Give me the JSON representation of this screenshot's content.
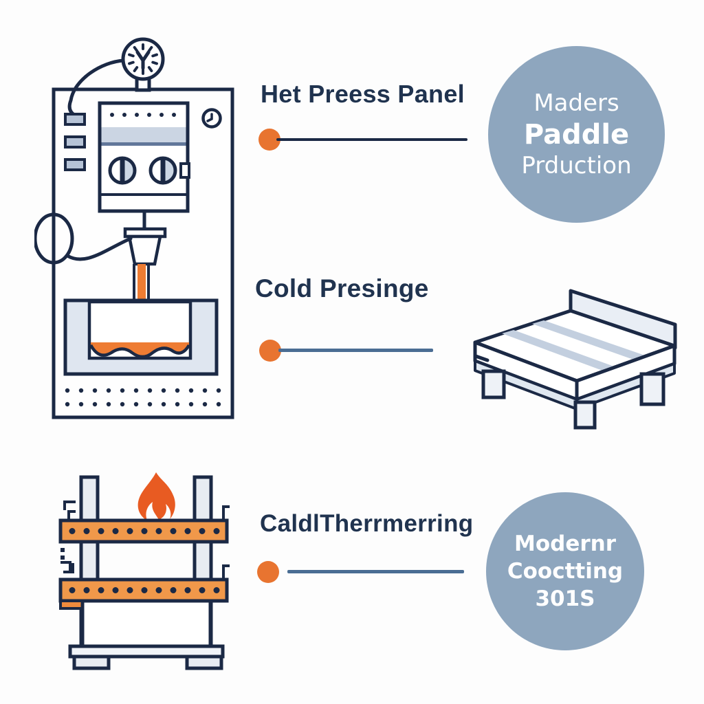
{
  "palette": {
    "navy_outline": "#1b2945",
    "title_navy": "#20334f",
    "accent_orange": "#e87430",
    "bar_orange": "#f0984a",
    "flame_orange": "#e85b22",
    "slate_connector": "#4a6d93",
    "bubble_blue": "#8ea6be",
    "light_fill": "#dfe6f0",
    "background": "#fdfdfd"
  },
  "rows": [
    {
      "label": "Het Preess Panel",
      "illustration": "hot-press-machine",
      "bubble": {
        "line1": "Maders",
        "line2": "Paddle",
        "line3": "Prduction"
      }
    },
    {
      "label": "Cold Presinge",
      "illustration": "pressed-panel-bed"
    },
    {
      "label": "CaldlTherrmerring",
      "illustration": "heated-platen-press",
      "bubble": {
        "line1": "Modernr",
        "line2": "Cooctting",
        "line3": "301S"
      }
    }
  ],
  "icons": {
    "gauge": "pressure-gauge-icon",
    "clock": "timer-clock-icon",
    "flame": "flame-icon"
  }
}
